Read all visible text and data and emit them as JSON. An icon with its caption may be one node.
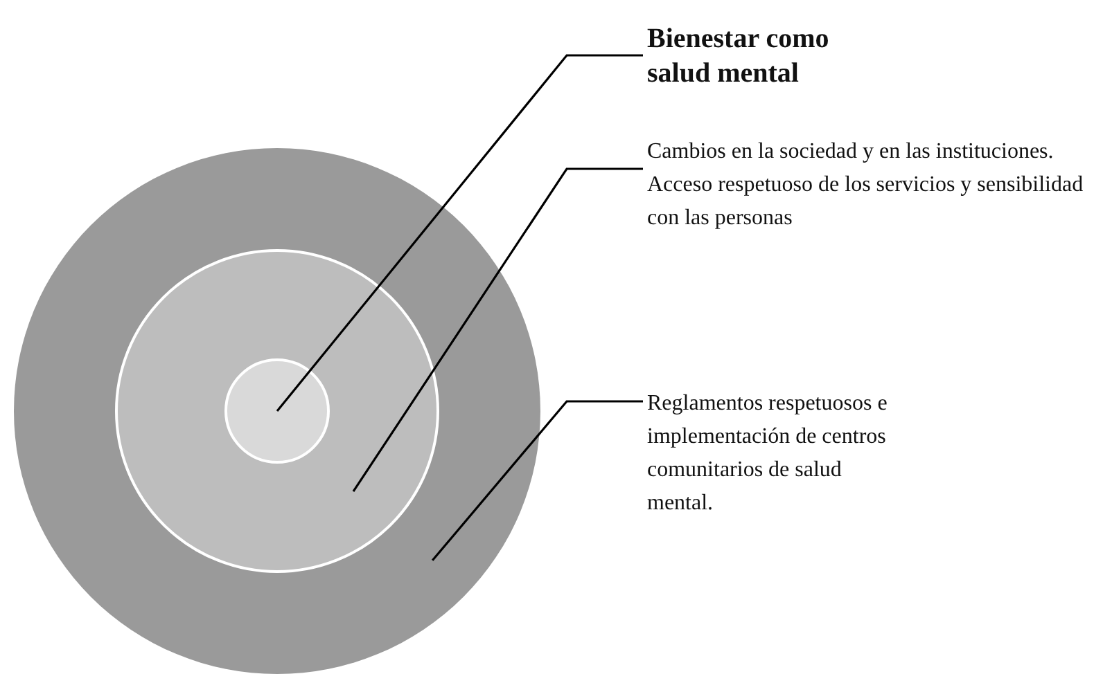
{
  "diagram": {
    "nodes": [
      {
        "text": [],
        "shape": "circle"
      },
      {
        "text": [],
        "shape": "circle",
        "in": 0
      },
      {
        "text": [],
        "shape": "circle",
        "in": 1
      },
      {
        "text": [
          "Bienestar como salud mental"
        ]
      },
      {
        "text": [
          "Cambios en la sociedad y en las instituciones. Acceso respetuoso de los servicios y sensibilidad con las personas"
        ]
      },
      {
        "text": [
          "Reglamentos respetuosos e implementación de centros comunitarios de salud mental."
        ]
      }
    ],
    "edges": [
      {
        "from": 3,
        "to": 2,
        "arrow": "none"
      },
      {
        "from": 4,
        "to": 1,
        "arrow": "none"
      },
      {
        "from": 5,
        "to": 0,
        "arrow": "none"
      }
    ]
  }
}
